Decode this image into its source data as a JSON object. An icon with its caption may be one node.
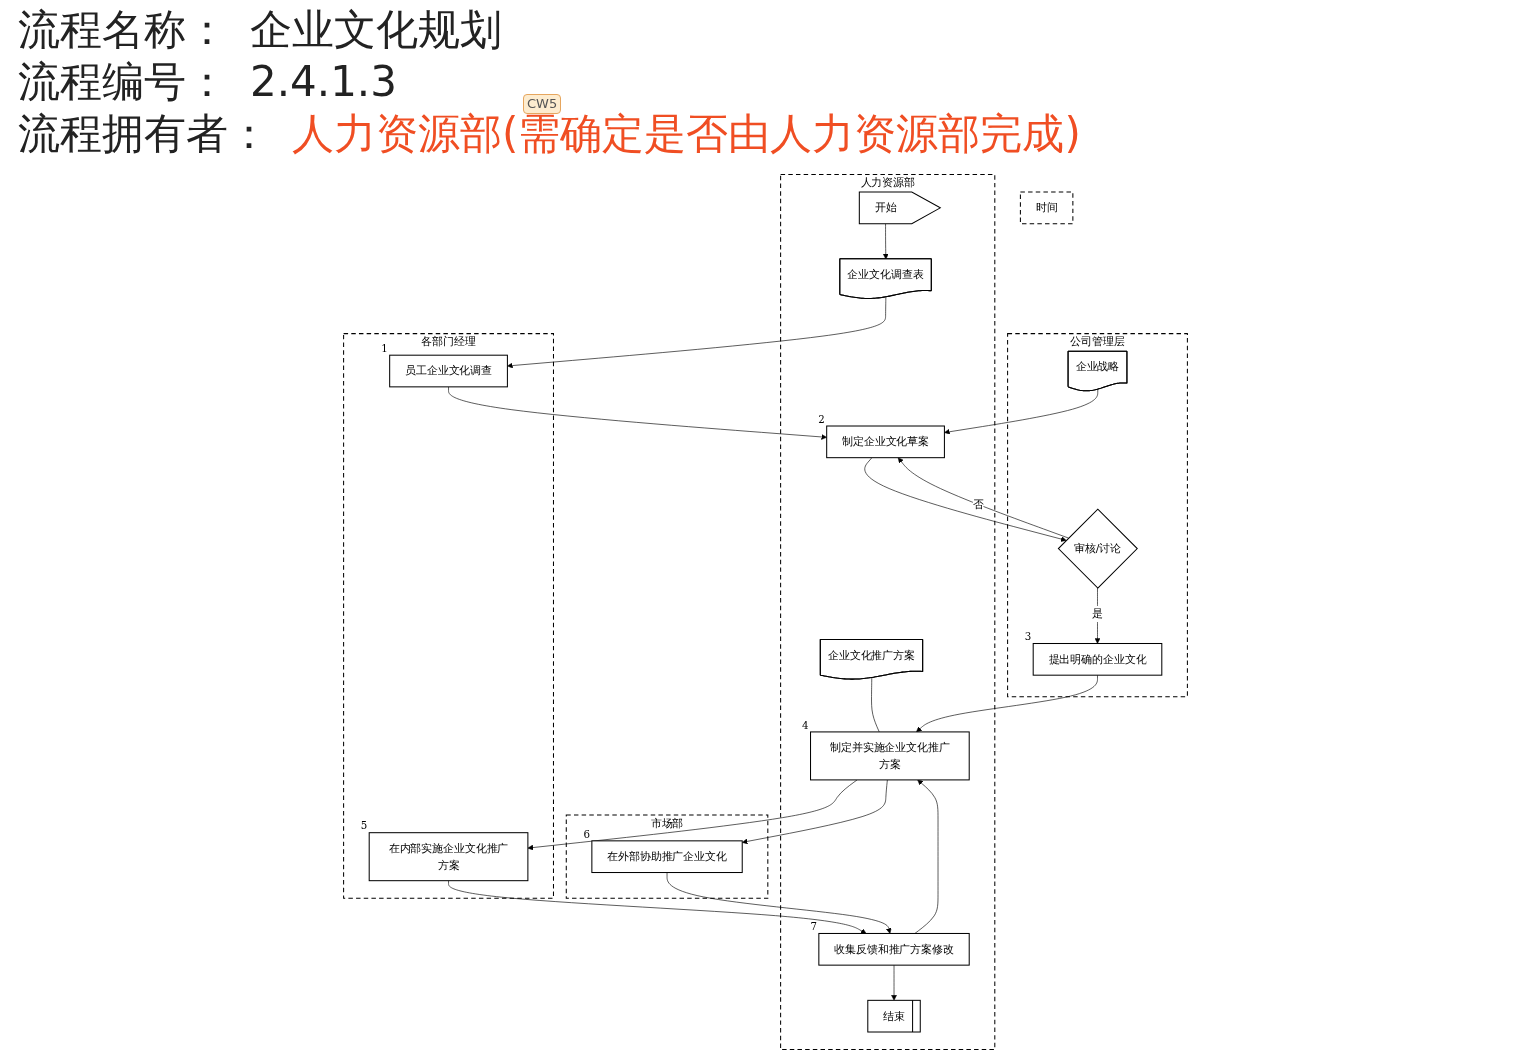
{
  "diagram": {
    "nodes": [
      {
        "text": [
          "时间"
        ]
      },
      {
        "text": [
          "公司管理层"
        ]
      },
      {
        "text": [
          "人力资源部"
        ]
      },
      {
        "text": [
          "各部门经理"
        ]
      },
      {
        "text": [
          "市场部"
        ]
      },
      {
        "text": [
          "开始"
        ],
        "in": 2
      },
      {
        "text": [
          "企业文化调查表"
        ],
        "in": 2
      },
      {
        "text": [
          "员工企业文化调查"
        ],
        "in": 3,
        "beside": [
          "1"
        ]
      },
      {
        "text": [
          "企业战略"
        ],
        "in": 1
      },
      {
        "text": [
          "审核/讨论"
        ],
        "in": 1
      },
      {
        "text": [
          "制定企业文化草案"
        ],
        "in": 2,
        "beside": [
          "2"
        ]
      },
      {
        "text": [
          "在外部协助推广企业文化"
        ],
        "in": 4,
        "beside": [
          "6"
        ]
      },
      {
        "text": [
          "企业文化推广方案"
        ],
        "in": 2
      },
      {
        "text": [
          "提出明确的企业文化"
        ],
        "in": 1,
        "beside": [
          "3"
        ]
      },
      {
        "text": [
          "制定并实施企业文化推广方案"
        ],
        "in": 2,
        "beside": [
          "4"
        ]
      },
      {
        "text": [
          "在内部实施企业文化推广方案"
        ],
        "in": 3,
        "beside": [
          "5"
        ]
      },
      {
        "text": [
          "收集反馈和推广方案修改"
        ],
        "in": 2,
        "beside": [
          "7"
        ]
      },
      {
        "text": [
          "结束"
        ],
        "in": 2
      }
    ],
    "edges": [
      {
        "from": 5,
        "to": 6,
        "arrow": "to"
      },
      {
        "from": 6,
        "to": 7,
        "arrow": "to"
      },
      {
        "from": 8,
        "to": 10,
        "arrow": "to"
      },
      {
        "from": 7,
        "to": 10,
        "arrow": "to"
      },
      {
        "from": 9,
        "to": 10,
        "arrow": "to",
        "label": "否"
      },
      {
        "from": 10,
        "to": 9,
        "arrow": "to"
      },
      {
        "from": 9,
        "to": 13,
        "arrow": "to",
        "label": "是"
      },
      {
        "from": 12,
        "to": 14,
        "arrow": "none"
      },
      {
        "from": 13,
        "to": 14,
        "arrow": "to"
      },
      {
        "from": 14,
        "to": 11,
        "arrow": "to"
      },
      {
        "from": 14,
        "to": 15,
        "arrow": "to"
      },
      {
        "from": 16,
        "to": 14,
        "arrow": "to"
      },
      {
        "from": 15,
        "to": 16,
        "arrow": "to"
      },
      {
        "from": 11,
        "to": 16,
        "arrow": "to"
      },
      {
        "from": 16,
        "to": 17,
        "arrow": "to"
      }
    ],
    "labels": [
      "流程名称：",
      "企业文化规划",
      "流程编号：",
      "2.4.1.3",
      "流程拥有者：",
      "人力资源部(需确定是否由人力资源部完成)",
      "CW5"
    ]
  }
}
